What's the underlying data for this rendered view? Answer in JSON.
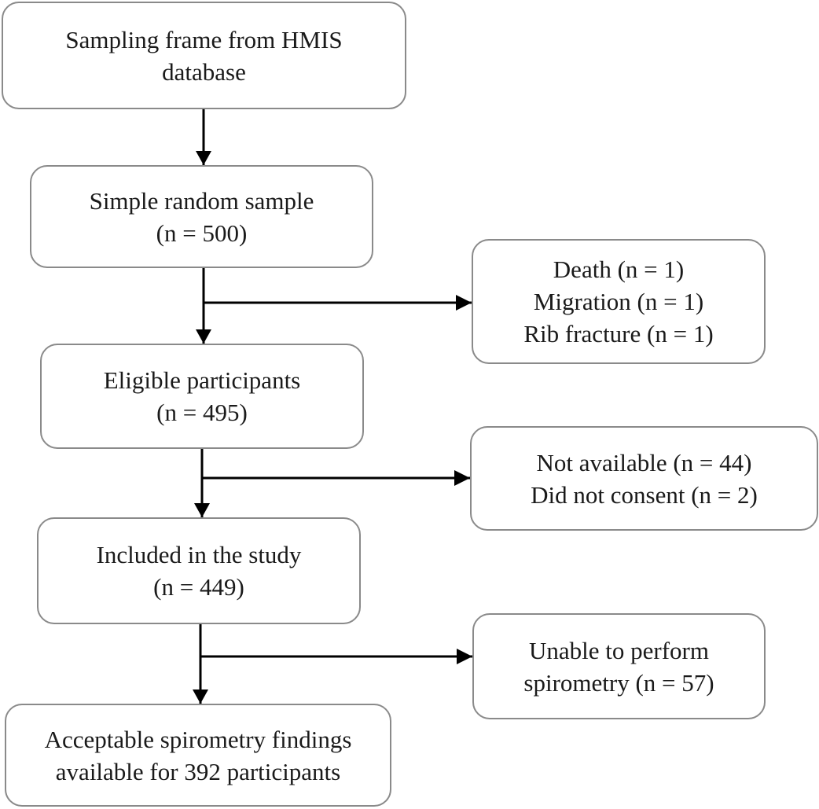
{
  "main_flow": [
    {
      "lines": [
        "Sampling frame from HMIS",
        "database"
      ]
    },
    {
      "lines": [
        "Simple random sample",
        "(n = 500)"
      ]
    },
    {
      "lines": [
        "Eligible participants",
        "(n = 495)"
      ]
    },
    {
      "lines": [
        "Included in the study",
        "(n = 449)"
      ]
    },
    {
      "lines": [
        "Acceptable spirometry findings",
        "available for 392 participants"
      ]
    }
  ],
  "exclusions": [
    {
      "lines": [
        "Death (n = 1)",
        "Migration (n = 1)",
        "Rib fracture (n = 1)"
      ]
    },
    {
      "lines": [
        "Not available (n = 44)",
        "Did not consent (n = 2)"
      ]
    },
    {
      "lines": [
        "Unable to perform",
        "spirometry (n = 57)"
      ]
    }
  ],
  "colors": {
    "border": "#8a8a8a",
    "arrow": "#000000",
    "text": "#1a1a1a"
  }
}
